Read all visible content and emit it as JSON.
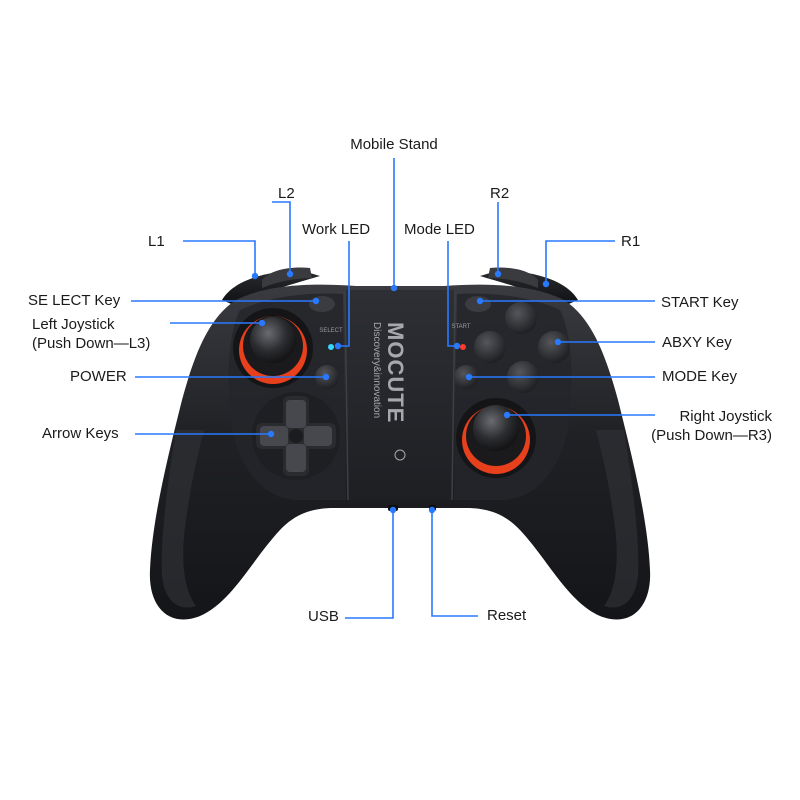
{
  "colors": {
    "leader": "#2979ff",
    "body": "#1c1d20",
    "accent": "#e8401c"
  },
  "brand": {
    "name": "MOCUTE",
    "tagline": "Discovery&innovation"
  },
  "button_text": {
    "select": "SELECT",
    "start": "START"
  },
  "labels": {
    "mobile_stand": "Mobile Stand",
    "l2": "L2",
    "r2": "R2",
    "l1": "L1",
    "r1": "R1",
    "work_led": "Work LED",
    "mode_led": "Mode LED",
    "select_key": "SE LECT Key",
    "start_key": "START Key",
    "left_joystick": "Left Joystick",
    "left_joystick_sub": "(Push Down—L3)",
    "abxy_key": "ABXY Key",
    "power": "POWER",
    "mode_key": "MODE Key",
    "arrow_keys": "Arrow Keys",
    "right_joystick": "Right Joystick",
    "right_joystick_sub": "(Push Down—R3)",
    "usb": "USB",
    "reset": "Reset"
  }
}
